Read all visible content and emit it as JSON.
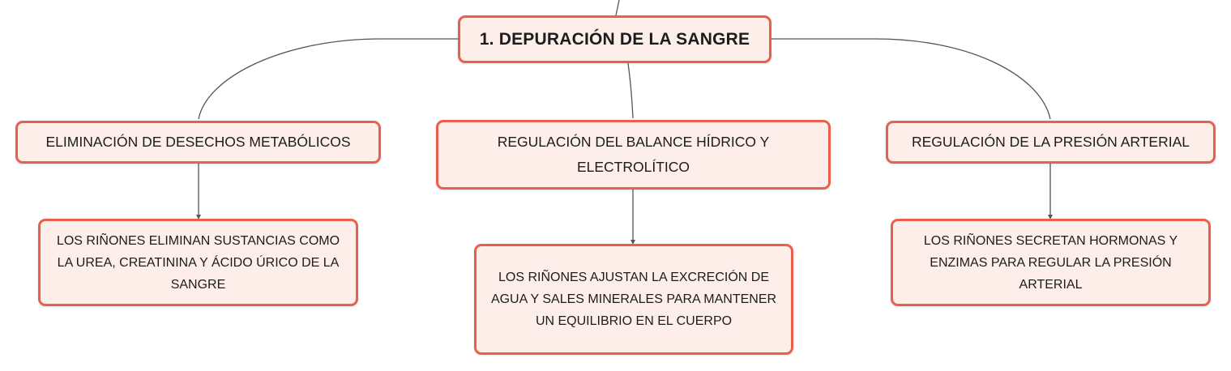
{
  "colors": {
    "node_border": "#e8604c",
    "node_fill": "#fdeeea",
    "connector": "#555555",
    "text": "#1c1c1c"
  },
  "root": {
    "label": "1. DEPURACIÓN DE LA SANGRE"
  },
  "branches": [
    {
      "label": "ELIMINACIÓN DE DESECHOS METABÓLICOS",
      "detail": "LOS RIÑONES ELIMINAN SUSTANCIAS COMO LA UREA, CREATININA Y ÁCIDO ÚRICO DE LA SANGRE"
    },
    {
      "label": "REGULACIÓN DEL BALANCE HÍDRICO Y ELECTROLÍTICO",
      "detail": "LOS RIÑONES AJUSTAN LA EXCRECIÓN DE AGUA Y SALES MINERALES PARA MANTENER UN EQUILIBRIO EN EL CUERPO"
    },
    {
      "label": "REGULACIÓN DE LA PRESIÓN ARTERIAL",
      "detail": "LOS RIÑONES SECRETAN HORMONAS Y ENZIMAS PARA REGULAR LA PRESIÓN ARTERIAL"
    }
  ]
}
